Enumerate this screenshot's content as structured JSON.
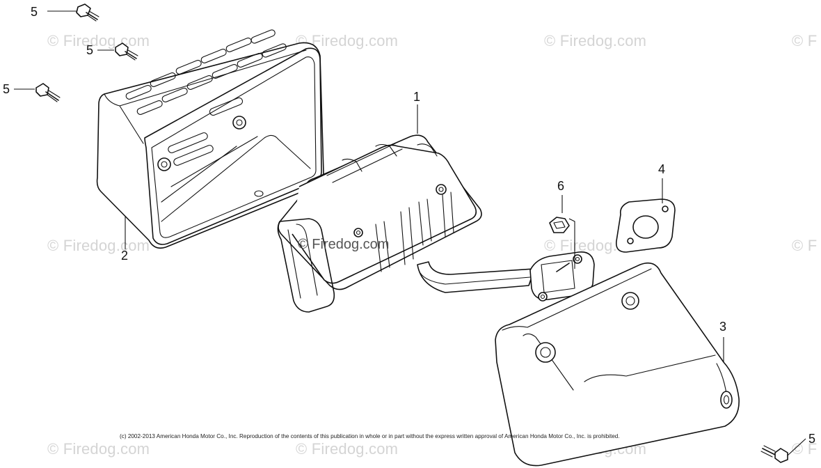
{
  "watermark": "© Firedog.com",
  "watermark_partial": "© F",
  "center_watermark": "© Firedog.com",
  "copyright": "(c) 2002-2013 American Honda Motor Co., Inc. Reproduction of the contents of this publication in whole or in part without the express written approval of American Honda Motor Co., Inc. is prohibited.",
  "callouts": {
    "part1": "1",
    "part2": "2",
    "part3": "3",
    "part4": "4",
    "part5": "5",
    "part6": "6"
  },
  "parts": [
    {
      "ref": "1",
      "icon": "muffler-icon"
    },
    {
      "ref": "2",
      "icon": "muffler-protector-icon"
    },
    {
      "ref": "3",
      "icon": "exhaust-cover-icon"
    },
    {
      "ref": "4",
      "icon": "gasket-icon"
    },
    {
      "ref": "5",
      "icon": "bolt-icon"
    },
    {
      "ref": "6",
      "icon": "flange-nut-icon"
    }
  ]
}
